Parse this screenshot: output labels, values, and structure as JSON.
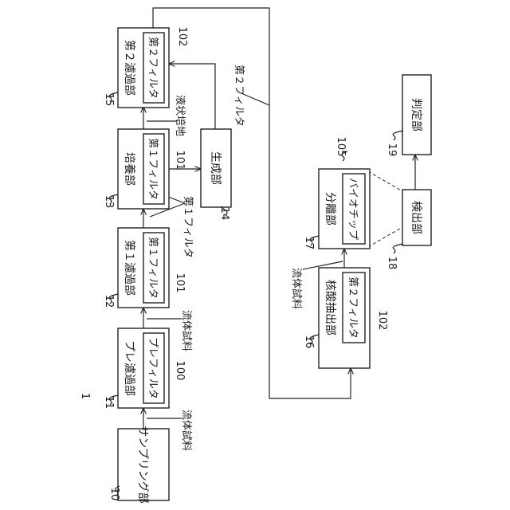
{
  "figure_number": "1",
  "units": {
    "sampling": {
      "ref": "10",
      "label": "サンプリング部"
    },
    "prefilter_unit": {
      "ref": "11",
      "label": "プレ濾過部",
      "filter_label": "プレフィルタ",
      "filter_ref": "100"
    },
    "first_filtration": {
      "ref": "12",
      "label": "第１濾過部",
      "filter_label": "第１フィルタ",
      "filter_ref": "101"
    },
    "culture": {
      "ref": "13",
      "label": "培養部",
      "filter_label": "第１フィルタ",
      "filter_ref": "101"
    },
    "second_filtration": {
      "ref": "15",
      "label": "第２濾過部",
      "filter_label": "第２フィルタ",
      "filter_ref": "102"
    },
    "generation": {
      "ref": "14",
      "label": "生成部"
    },
    "nucleic_extraction": {
      "ref": "16",
      "label": "核酸抽出部",
      "filter_label": "第２フィルタ",
      "filter_ref": "102"
    },
    "separation": {
      "ref": "17",
      "label": "分離部",
      "chip_label": "バイオチップ",
      "chip_ref": "105"
    },
    "detection": {
      "ref": "18",
      "label": "検出部"
    },
    "judgment": {
      "ref": "19",
      "label": "判定部"
    }
  },
  "annotations": {
    "fluid_sample_1": "流体試料",
    "fluid_sample_2": "流体試料",
    "fluid_sample_3": "流体試料",
    "first_filter_transfer": "第１フィルタ",
    "liquid_medium": "液状培地",
    "second_filter_transfer": "第２フィルタ"
  }
}
